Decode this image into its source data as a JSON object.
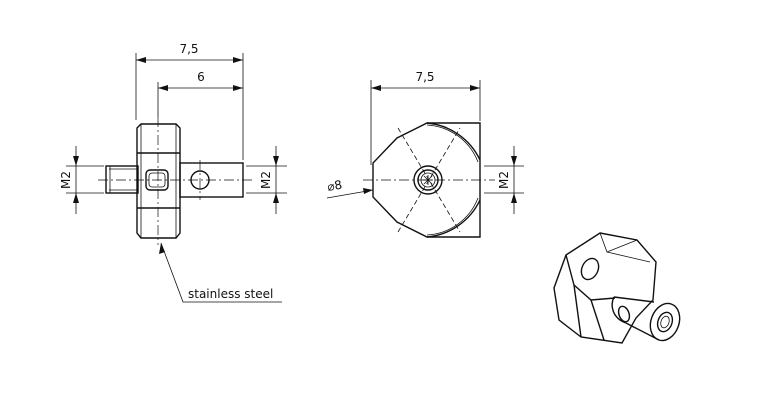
{
  "front_view": {
    "dim_overall_length": "7,5",
    "dim_shaft_length": "6",
    "thread_left": "M2",
    "thread_right": "M2"
  },
  "side_view": {
    "dim_across_flats": "7,5",
    "dim_diameter": "⌀8",
    "thread": "M2"
  },
  "callout": {
    "material": "stainless steel"
  }
}
